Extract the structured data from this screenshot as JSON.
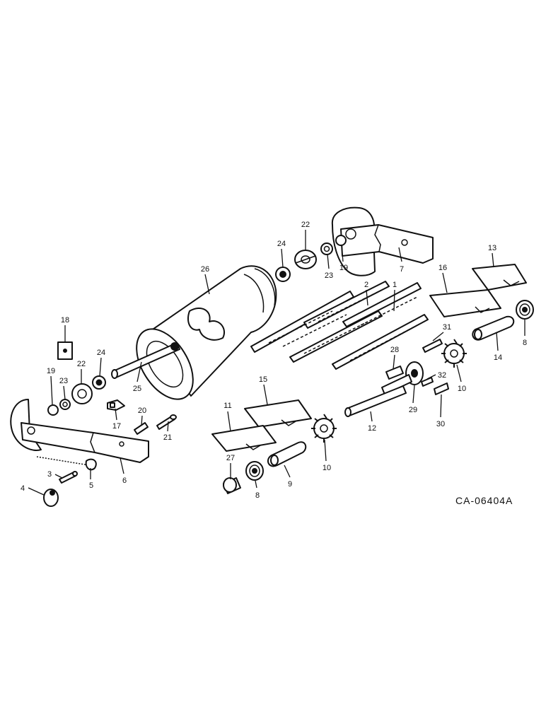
{
  "diagram_code": "CA-06404A",
  "callouts": [
    "1",
    "2",
    "3",
    "4",
    "5",
    "6",
    "7",
    "8",
    "8",
    "9",
    "10",
    "10",
    "11",
    "12",
    "13",
    "14",
    "15",
    "16",
    "17",
    "18",
    "19",
    "19",
    "20",
    "21",
    "22",
    "22",
    "23",
    "23",
    "24",
    "24",
    "25",
    "26",
    "27",
    "28",
    "29",
    "30",
    "31",
    "32"
  ]
}
